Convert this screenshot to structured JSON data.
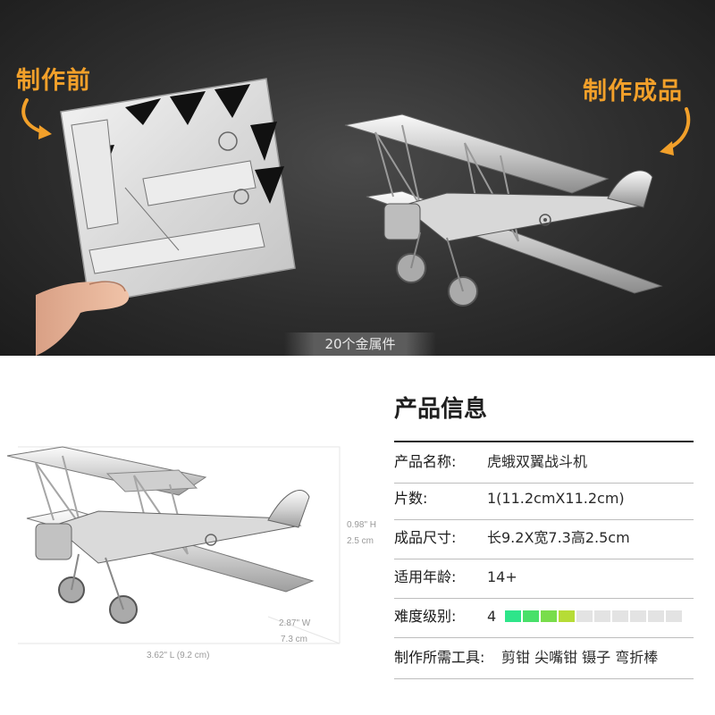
{
  "banner": {
    "before_label": "制作前",
    "after_label": "制作成品",
    "parts_count": "20个金属件"
  },
  "dimensions": {
    "height_in": "0.98\" H",
    "height_cm": "2.5 cm",
    "width_in": "2.87\" W",
    "width_cm": "7.3 cm",
    "length": "3.62\" L (9.2 cm)"
  },
  "info": {
    "title": "产品信息",
    "rows": [
      {
        "key": "产品名称:",
        "value": "虎蛾双翼战斗机"
      },
      {
        "key": "片数:",
        "value": "1(11.2cmX11.2cm)"
      },
      {
        "key": "成品尺寸:",
        "value": "长9.2X宽7.3高2.5cm"
      },
      {
        "key": "适用年龄:",
        "value": "14+"
      },
      {
        "key": "难度级别:",
        "value": "4"
      },
      {
        "key": "制作所需工具:",
        "value": "剪钳 尖嘴钳 镊子 弯折棒"
      }
    ],
    "difficulty": {
      "level": 4,
      "max": 10,
      "colors": [
        "#2ee58a",
        "#48e06a",
        "#79dd4b",
        "#b6dc36"
      ],
      "empty_color": "#e3e3e3"
    }
  },
  "colors": {
    "accent": "#f2a02a"
  }
}
